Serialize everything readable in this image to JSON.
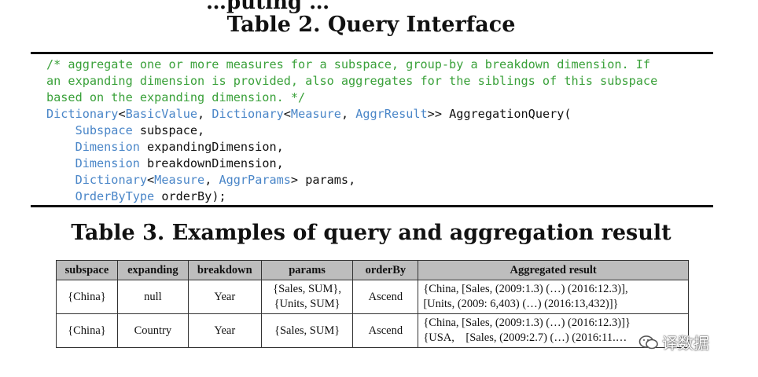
{
  "cut_top_text": "…puting …",
  "table2": {
    "caption": "Table 2. Query Interface",
    "comment_lines": [
      "/* aggregate one or more measures for a subspace, group-by a breakdown dimension. If",
      "an expanding dimension is provided, also aggregates for the siblings of this subspace",
      "based on the expanding dimension. */"
    ],
    "signature": {
      "t1": "Dictionary",
      "p1": "<",
      "t2": "BasicValue",
      "p2": ", ",
      "t3": "Dictionary",
      "p3": "<",
      "t4": "Measure",
      "p4": ", ",
      "t5": "AggrResult",
      "p5": ">> AggregationQuery("
    },
    "params": [
      {
        "type": "Subspace",
        "rest": " subspace,"
      },
      {
        "type": "Dimension",
        "rest": " expandingDimension,"
      },
      {
        "type": "Dimension",
        "rest": " breakdownDimension,"
      },
      {
        "type": "Dictionary",
        "mid1": "<",
        "type2": "Measure",
        "mid2": ", ",
        "type3": "AggrParams",
        "rest": "> params,"
      },
      {
        "type": "OrderByType",
        "rest": " orderBy);"
      }
    ]
  },
  "table3": {
    "caption": "Table 3. Examples of query and aggregation result",
    "headers": [
      "subspace",
      "expanding",
      "breakdown",
      "params",
      "orderBy",
      "Aggregated result"
    ],
    "rows": [
      {
        "subspace": "{China}",
        "expanding": "null",
        "breakdown": "Year",
        "params": [
          "{Sales, SUM},",
          "{Units, SUM}"
        ],
        "orderBy": "Ascend",
        "result": [
          "{China, [Sales, (2009:1.3) (…) (2016:12.3)],",
          "[Units, (2009: 6,403) (…) (2016:13,432)]}"
        ]
      },
      {
        "subspace": "{China}",
        "expanding": "Country",
        "breakdown": "Year",
        "params": [
          "{Sales, SUM}"
        ],
        "orderBy": "Ascend",
        "result": [
          "{China, [Sales, (2009:1.3) (…) (2016:12.3)]}",
          "{USA,    [Sales, (2009:2.7) (…) (2016:11.…"
        ]
      }
    ]
  },
  "watermark": {
    "text": "译数据",
    "icon": "wechat-logo-icon"
  }
}
